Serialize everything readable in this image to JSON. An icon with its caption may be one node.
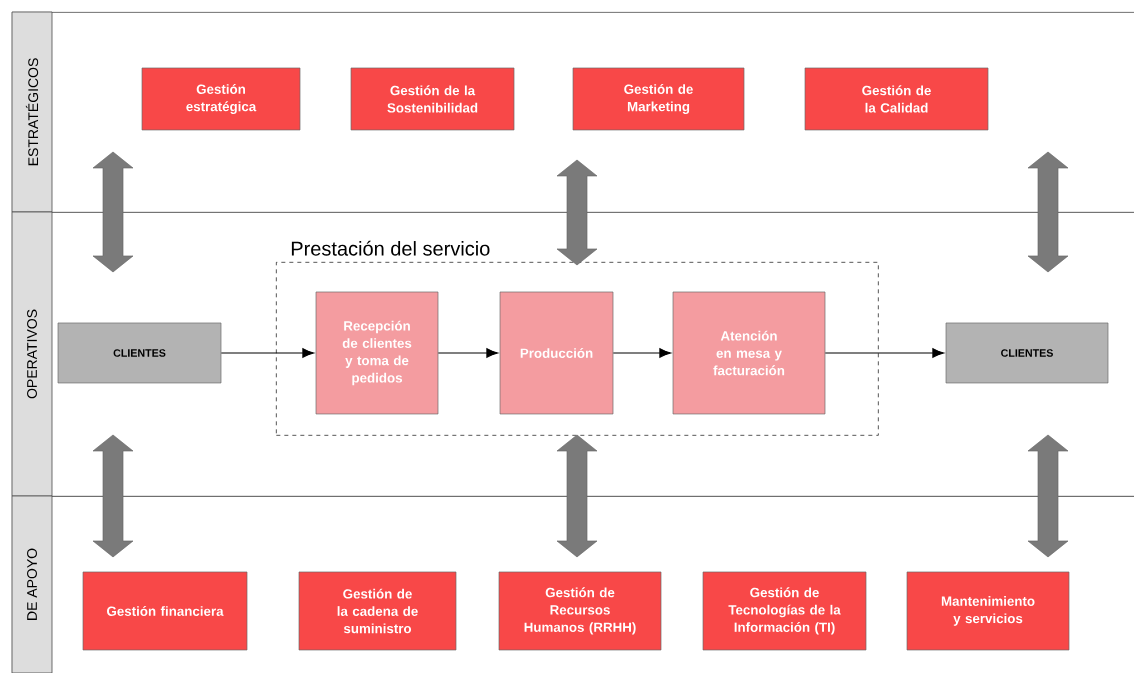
{
  "diagram": {
    "nodes": [
      {
        "text": [
          "ESTRATÉGICOS"
        ]
      },
      {
        "text": [
          "Gestión estratégica"
        ],
        "in": 0
      },
      {
        "text": [
          "Gestión de la Sostenibilidad"
        ],
        "in": 0
      },
      {
        "text": [
          "Gestión de Marketing"
        ],
        "in": 0
      },
      {
        "text": [
          "Gestión de la Calidad"
        ],
        "in": 0
      },
      {
        "text": [
          "OPERATIVOS"
        ]
      },
      {
        "text": [
          "CLIENTES"
        ],
        "in": 5
      },
      {
        "text": [
          "Prestación del servicio"
        ],
        "in": 5
      },
      {
        "text": [
          "Recepción de clientes y toma de pedidos"
        ],
        "in": 7
      },
      {
        "text": [
          "Producción"
        ],
        "in": 7
      },
      {
        "text": [
          "Atención en mesa y facturación"
        ],
        "in": 7
      },
      {
        "text": [
          "CLIENTES"
        ],
        "in": 5
      },
      {
        "text": [
          "DE APOYO"
        ]
      },
      {
        "text": [
          "Gestión financiera"
        ],
        "in": 12
      },
      {
        "text": [
          "Gestión de la cadena de suministro"
        ],
        "in": 12
      },
      {
        "text": [
          "Gestión de Recursos Humanos (RRHH)"
        ],
        "in": 12
      },
      {
        "text": [
          "Gestión de Tecnologías de la Información (TI)"
        ],
        "in": 12
      },
      {
        "text": [
          "Mantenimiento y servicios"
        ],
        "in": 12
      }
    ],
    "edges": [
      {
        "from": 6,
        "to": 8,
        "arrow": "to"
      },
      {
        "from": 8,
        "to": 9,
        "arrow": "to"
      },
      {
        "from": 9,
        "to": 10,
        "arrow": "to"
      },
      {
        "from": 10,
        "to": 11,
        "arrow": "to"
      }
    ]
  }
}
